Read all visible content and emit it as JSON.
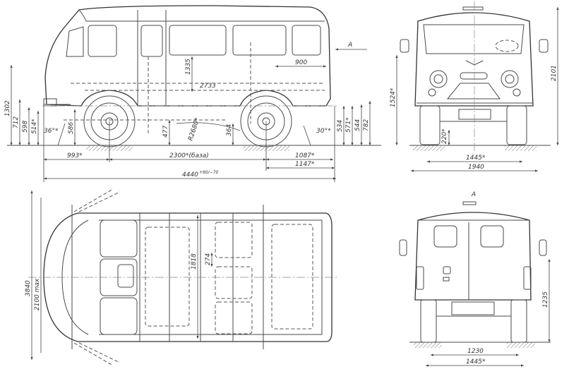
{
  "drawing": {
    "view_marker": "A",
    "side_view": {
      "dims": {
        "h_1335": "1335",
        "len_2733": "2733",
        "len_900": "900",
        "h_1302": "1302",
        "h_712": "712",
        "h_598": "598",
        "h_514": "514*",
        "angle_front": "36°*",
        "h_586": "586",
        "h_477": "477",
        "radius": "R2680*",
        "h_364": "364",
        "angle_rear": "30°*",
        "h_534": "534",
        "h_571": "571*",
        "h_544": "544",
        "h_782": "782",
        "front_overhang": "993*",
        "wheelbase": "2300*(база)",
        "rear_overhang": "1087*",
        "rear_1147": "1147*",
        "overall_length": "4440",
        "overall_length_tol": "+90/−70"
      }
    },
    "front_view": {
      "dims": {
        "height": "2101",
        "h_1524": "1524*",
        "clearance": "220*",
        "track": "1445*",
        "width": "1940"
      }
    },
    "top_view": {
      "dims": {
        "length": "3840",
        "width_max": "2100 max",
        "inner_width": "1818",
        "spacing": "274"
      }
    },
    "rear_view": {
      "dims": {
        "height": "1235",
        "inner": "1230",
        "track": "1445*"
      }
    }
  }
}
